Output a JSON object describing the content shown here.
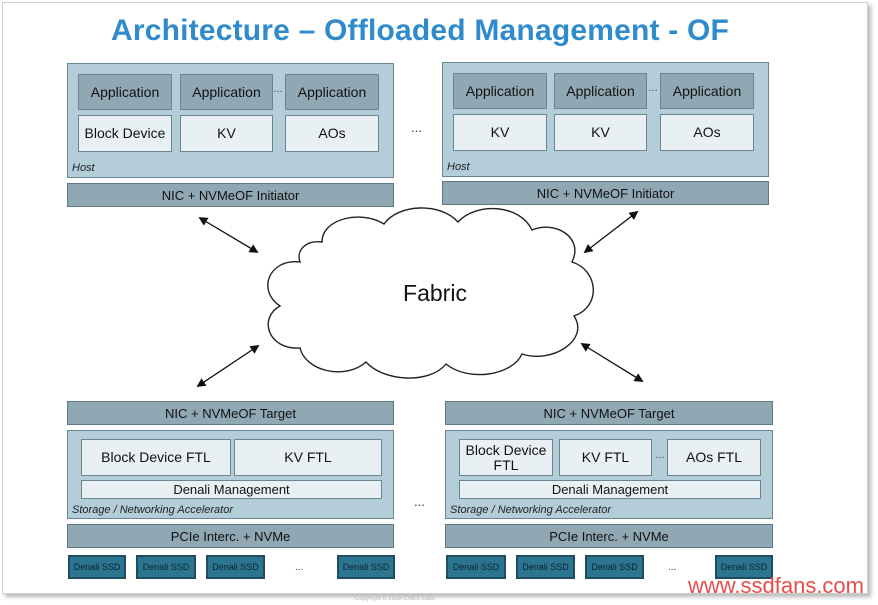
{
  "title": "Architecture – Offloaded Management - OF",
  "hosts": [
    {
      "apps": [
        "Application",
        "Application",
        "Application"
      ],
      "services": [
        "Block Device",
        "KV",
        "AOs"
      ],
      "label": "Host",
      "nic": "NIC + NVMeOF Initiator"
    },
    {
      "apps": [
        "Application",
        "Application",
        "Application"
      ],
      "services": [
        "KV",
        "KV",
        "AOs"
      ],
      "label": "Host",
      "nic": "NIC + NVMeOF Initiator"
    }
  ],
  "host_gap": "...",
  "fabric": "Fabric",
  "targets": [
    {
      "nic": "NIC + NVMeOF Target",
      "ftls": [
        "Block Device FTL",
        "KV FTL"
      ],
      "management": "Denali Management",
      "label": "Storage / Networking Accelerator",
      "pcie": "PCIe Interc. + NVMe",
      "ssds": [
        "Denali SSD",
        "Denali SSD",
        "Denali SSD",
        "Denali SSD"
      ],
      "ssd_gap": "..."
    },
    {
      "nic": "NIC + NVMeOF Target",
      "ftls": [
        "Block Device FTL",
        "KV FTL",
        "AOs FTL"
      ],
      "management": "Denali Management",
      "label": "Storage / Networking Accelerator",
      "pcie": "PCIe Interc. + NVMe",
      "ssds": [
        "Denali SSD",
        "Denali SSD",
        "Denali SSD",
        "Denali SSD"
      ],
      "ssd_gap": "..."
    }
  ],
  "target_gap": "...",
  "watermark": "www.ssdfans.com",
  "copyright": "Copyright © 2018 CNEX Labs",
  "colors": {
    "title": "#2f8bcc",
    "panel": "#b3cdd9",
    "box_dark": "#90a8b4",
    "box_light": "#e9f0f3",
    "ssd": "#2c7590",
    "watermark": "#ea4b4b"
  }
}
